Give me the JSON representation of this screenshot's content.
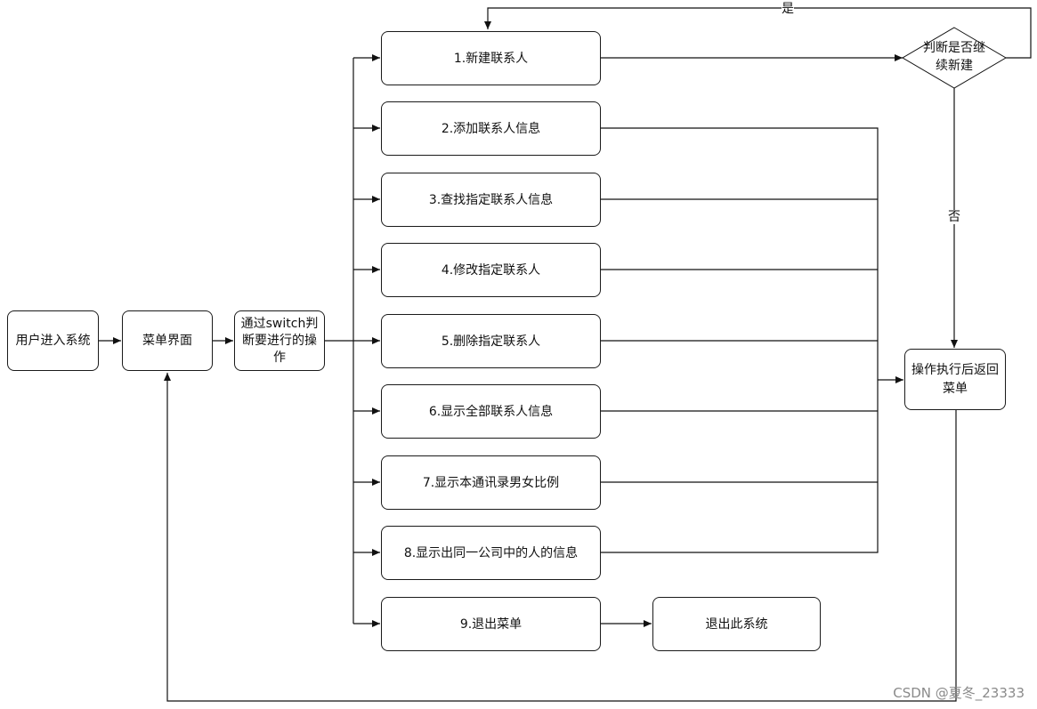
{
  "nodes": {
    "user_enter": "用户进入系统",
    "menu_ui": "菜单界面",
    "switch_decide": "通过switch判断要进行的操作",
    "op1": "1.新建联系人",
    "op2": "2.添加联系人信息",
    "op3": "3.查找指定联系人信息",
    "op4": "4.修改指定联系人",
    "op5": "5.删除指定联系人",
    "op6": "6.显示全部联系人信息",
    "op7": "7.显示本通讯录男女比例",
    "op8": "8.显示出同一公司中的人的信息",
    "op9": "9.退出菜单",
    "exit_system": "退出此系统",
    "return_menu": "操作执行后返回菜单",
    "decision": "判断是否继续新建"
  },
  "edge_labels": {
    "yes": "是",
    "no": "否"
  },
  "watermark": "CSDN @夏冬_23333"
}
